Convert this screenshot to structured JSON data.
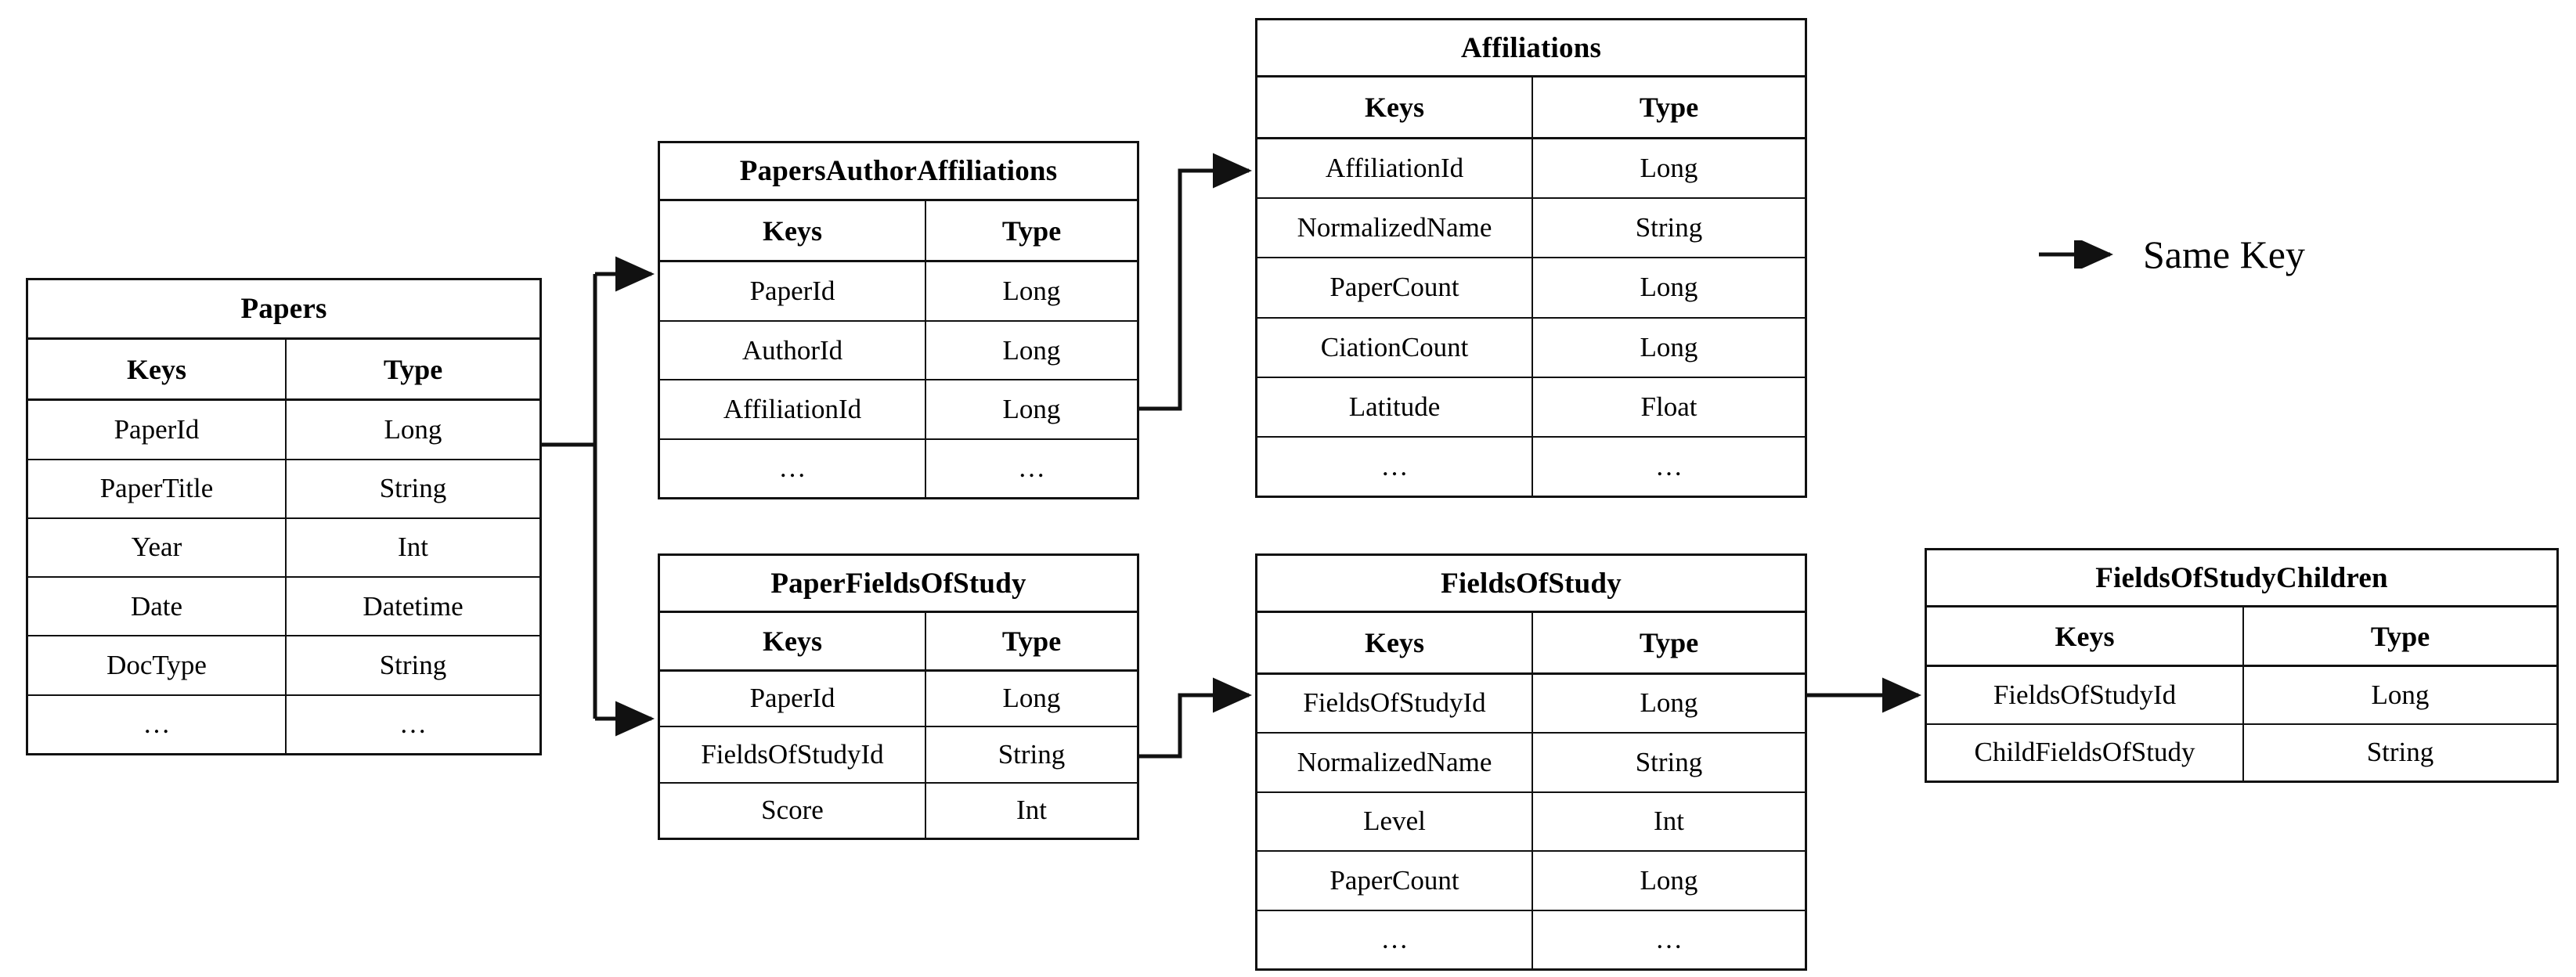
{
  "diagram": {
    "title_text": "",
    "column_headers": [
      "Keys",
      "Type"
    ],
    "ellipsis": "…"
  },
  "legend": {
    "arrow_icon": "same-key-arrow",
    "label": "Same Key"
  },
  "tables": [
    {
      "id": "papers",
      "name": "Papers",
      "headers": [
        "Keys",
        "Type"
      ],
      "rows": [
        {
          "key": "PaperId",
          "type": "Long"
        },
        {
          "key": "PaperTitle",
          "type": "String"
        },
        {
          "key": "Year",
          "type": "Int"
        },
        {
          "key": "Date",
          "type": "Datetime"
        },
        {
          "key": "DocType",
          "type": "String"
        },
        {
          "key": "…",
          "type": "…"
        }
      ]
    },
    {
      "id": "papers-author-affiliations",
      "name": "PapersAuthorAffiliations",
      "headers": [
        "Keys",
        "Type"
      ],
      "rows": [
        {
          "key": "PaperId",
          "type": "Long"
        },
        {
          "key": "AuthorId",
          "type": "Long"
        },
        {
          "key": "AffiliationId",
          "type": "Long"
        },
        {
          "key": "…",
          "type": "…"
        }
      ]
    },
    {
      "id": "affiliations",
      "name": "Affiliations",
      "headers": [
        "Keys",
        "Type"
      ],
      "rows": [
        {
          "key": "AffiliationId",
          "type": "Long"
        },
        {
          "key": "NormalizedName",
          "type": "String"
        },
        {
          "key": "PaperCount",
          "type": "Long"
        },
        {
          "key": "CiationCount",
          "type": "Long"
        },
        {
          "key": "Latitude",
          "type": "Float"
        },
        {
          "key": "…",
          "type": "…"
        }
      ]
    },
    {
      "id": "paper-fields-of-study",
      "name": "PaperFieldsOfStudy",
      "headers": [
        "Keys",
        "Type"
      ],
      "rows": [
        {
          "key": "PaperId",
          "type": "Long"
        },
        {
          "key": "FieldsOfStudyId",
          "type": "String"
        },
        {
          "key": "Score",
          "type": "Int"
        }
      ]
    },
    {
      "id": "fields-of-study",
      "name": "FieldsOfStudy",
      "headers": [
        "Keys",
        "Type"
      ],
      "rows": [
        {
          "key": "FieldsOfStudyId",
          "type": "Long"
        },
        {
          "key": "NormalizedName",
          "type": "String"
        },
        {
          "key": "Level",
          "type": "Int"
        },
        {
          "key": "PaperCount",
          "type": "Long"
        },
        {
          "key": "…",
          "type": "…"
        }
      ]
    },
    {
      "id": "fields-of-study-children",
      "name": "FieldsOfStudyChildren",
      "headers": [
        "Keys",
        "Type"
      ],
      "rows": [
        {
          "key": "FieldsOfStudyId",
          "type": "Long"
        },
        {
          "key": "ChildFieldsOfStudy",
          "type": "String"
        }
      ]
    }
  ],
  "relationships": [
    {
      "from": "papers.PaperId",
      "to": "papers-author-affiliations.PaperId",
      "label": "Same Key"
    },
    {
      "from": "papers.PaperId",
      "to": "paper-fields-of-study.PaperId",
      "label": "Same Key"
    },
    {
      "from": "papers-author-affiliations.AffiliationId",
      "to": "affiliations.AffiliationId",
      "label": "Same Key"
    },
    {
      "from": "paper-fields-of-study.FieldsOfStudyId",
      "to": "fields-of-study.FieldsOfStudyId",
      "label": "Same Key"
    },
    {
      "from": "fields-of-study.FieldsOfStudyId",
      "to": "fields-of-study-children.FieldsOfStudyId",
      "label": "Same Key"
    }
  ],
  "colors": {
    "line": "#111111",
    "background": "#ffffff",
    "text": "#000000"
  }
}
